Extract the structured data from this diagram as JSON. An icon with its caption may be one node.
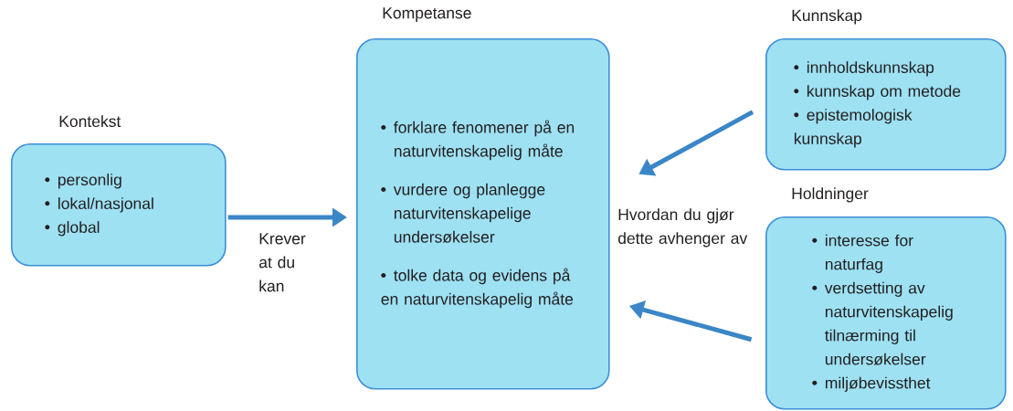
{
  "diagram": {
    "nodes": [
      {
        "text": [
          "Kontekst",
          "personlig",
          "lokal/nasjonal",
          "global"
        ]
      },
      {
        "text": [
          "Kompetanse",
          "forklare fenomener på en naturvitenskapelig måte",
          "vurdere og planlegge naturvitenskapelige undersøkelser",
          "tolke data og evidens på en naturvitenskapelig måte"
        ]
      },
      {
        "text": [
          "Kunnskap",
          "innholdskunnskap",
          "kunnskap om metode",
          "epistemologisk kunnskap"
        ]
      },
      {
        "text": [
          "Holdninger",
          "interesse for naturfag",
          "verdsetting av naturvitenskapelig tilnærming til undersøkelser",
          "miljøbevissthet"
        ]
      }
    ],
    "edges": [
      {
        "from": 0,
        "to": 1,
        "arrow": "to",
        "label": "Krever at du kan"
      },
      {
        "from": 2,
        "to": 1,
        "arrow": "to"
      },
      {
        "from": 3,
        "to": 1,
        "arrow": "to"
      }
    ],
    "labels": [
      "Hvordan du gjør dette avhenger av"
    ]
  }
}
